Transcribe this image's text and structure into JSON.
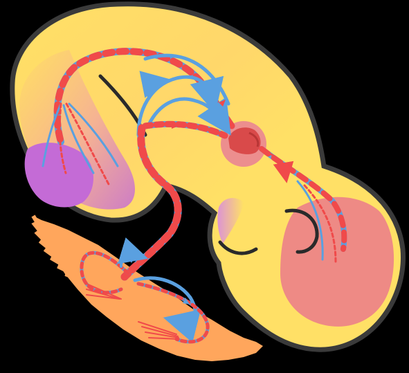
{
  "diagram": {
    "colors": {
      "background": "#000000",
      "head_fill": "#FFE066",
      "head_outline": "#3a3a3a",
      "brain_blush": "#F2A7A0",
      "purple_region": "#C46BD6",
      "cheek_region": "#EE8A85",
      "limb_fill": "#FFA65C",
      "nodule_fill": "#EC8E8E",
      "nodule_core": "#D94A4A",
      "nerve_blue": "#5AA0E0",
      "nerve_red": "#F04A4A"
    },
    "regions": [
      {
        "name": "head",
        "color_ref": "head_fill"
      },
      {
        "name": "purple-lobe",
        "color_ref": "purple_region"
      },
      {
        "name": "cheek",
        "color_ref": "cheek_region"
      },
      {
        "name": "limb-fan",
        "color_ref": "limb_fill"
      },
      {
        "name": "nodule",
        "color_ref": "nodule_fill"
      }
    ],
    "icons": [
      "arrow-icon"
    ]
  }
}
